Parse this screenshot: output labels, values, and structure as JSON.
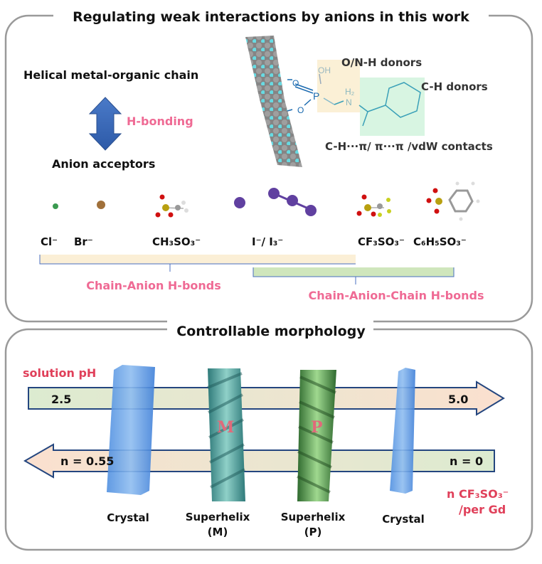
{
  "top_panel": {
    "title": "Regulating weak interactions by anions in this work",
    "chain_label": "Helical metal-organic chain",
    "interaction_label": "H-bonding",
    "acceptor_label": "Anion acceptors",
    "donor_labels": {
      "on_h": "O/N-H donors",
      "ch": "C-H donors",
      "contacts": "C-H···π/ π···π /vdW contacts"
    },
    "molecule_atoms": {
      "oh": "OH",
      "o1": "O",
      "o2": "O",
      "p": "P",
      "nh2": "H₂",
      "n": "N"
    },
    "anions": [
      "Cl⁻",
      "Br⁻",
      "CH₃SO₃⁻",
      "I⁻/ I₃⁻",
      "CF₃SO₃⁻",
      "C₆H₅SO₃⁻"
    ],
    "groups": [
      "Chain-Anion H-bonds",
      "Chain-Anion-Chain H-bonds"
    ]
  },
  "bottom_panel": {
    "title": "Controllable morphology",
    "ph_label": "solution pH",
    "ph_start": "2.5",
    "ph_end": "5.0",
    "n_start": "n = 0.55",
    "n_end": "n = 0",
    "n_label_line1": "n CF₃SO₃⁻",
    "n_label_line2": "/per Gd",
    "helix_m_letter": "M",
    "helix_p_letter": "P",
    "morphologies": [
      {
        "label": "Crystal",
        "sub": ""
      },
      {
        "label": "Superhelix",
        "sub": "(M)"
      },
      {
        "label": "Superhelix",
        "sub": "(P)"
      },
      {
        "label": "Crystal",
        "sub": ""
      }
    ]
  },
  "colors": {
    "pink": "#ef6a94",
    "red": "#e0405a",
    "border": "#9a9a9a",
    "arrow_stroke": "#24467f",
    "crystal": "#6fa8e8",
    "helix_m": "#4a9a9a",
    "helix_p": "#4f8f4a"
  }
}
